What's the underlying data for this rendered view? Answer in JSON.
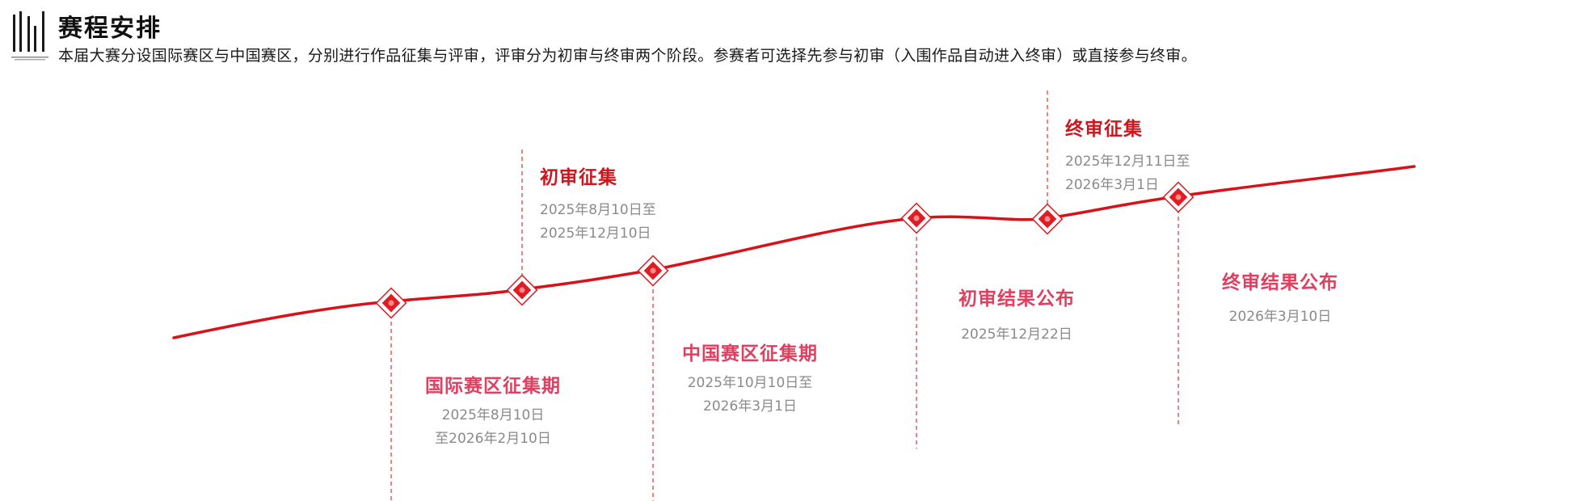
{
  "header": {
    "title": "赛程安排",
    "subtitle": "本届大赛分设国际赛区与中国赛区，分别进行作品征集与评审，评审分为初审与终审两个阶段。参赛者可选择先参与初审（入围作品自动进入终审）或直接参与终审。"
  },
  "colors": {
    "line": "#d8121a",
    "marker": "#e01b24",
    "title_dark": "#d0151d",
    "title_pink": "#e04060",
    "date_gray": "#8a8a8a",
    "connector": "#e06a6a"
  },
  "milestones": [
    {
      "id": "intl",
      "title": "国际赛区征集期",
      "date_line1": "2025年8月10日",
      "date_line2": "至2026年2月10日"
    },
    {
      "id": "prelim-collect",
      "title": "初审征集",
      "date_line1": "2025年8月10日至",
      "date_line2": "2025年12月10日"
    },
    {
      "id": "china",
      "title": "中国赛区征集期",
      "date_line1": "2025年10月10日至",
      "date_line2": "2026年3月1日"
    },
    {
      "id": "prelim-result",
      "title": "初审结果公布",
      "date_line1": "2025年12月22日"
    },
    {
      "id": "final-collect",
      "title": "终审征集",
      "date_line1": "2025年12月11日至",
      "date_line2": "2026年3月1日"
    },
    {
      "id": "final-result",
      "title": "终审结果公布",
      "date_line1": "2026年3月10日"
    }
  ]
}
